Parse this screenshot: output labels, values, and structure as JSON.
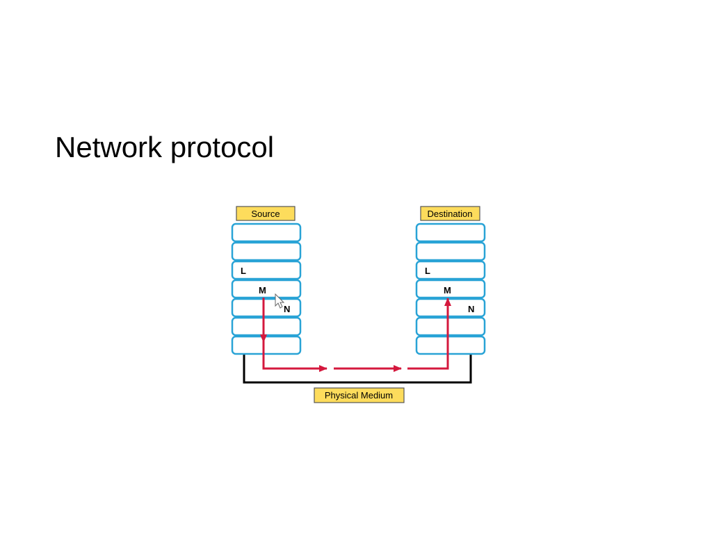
{
  "slide": {
    "title": "Network protocol"
  },
  "diagram": {
    "source_label": "Source",
    "destination_label": "Destination",
    "medium_label": "Physical Medium",
    "layer_labels": {
      "l": "L",
      "m": "M",
      "n": "N"
    },
    "colors": {
      "layer_stroke": "#29a3d6",
      "label_fill": "#fddc5c",
      "arrow": "#d4183d",
      "medium_line": "#000000"
    }
  }
}
